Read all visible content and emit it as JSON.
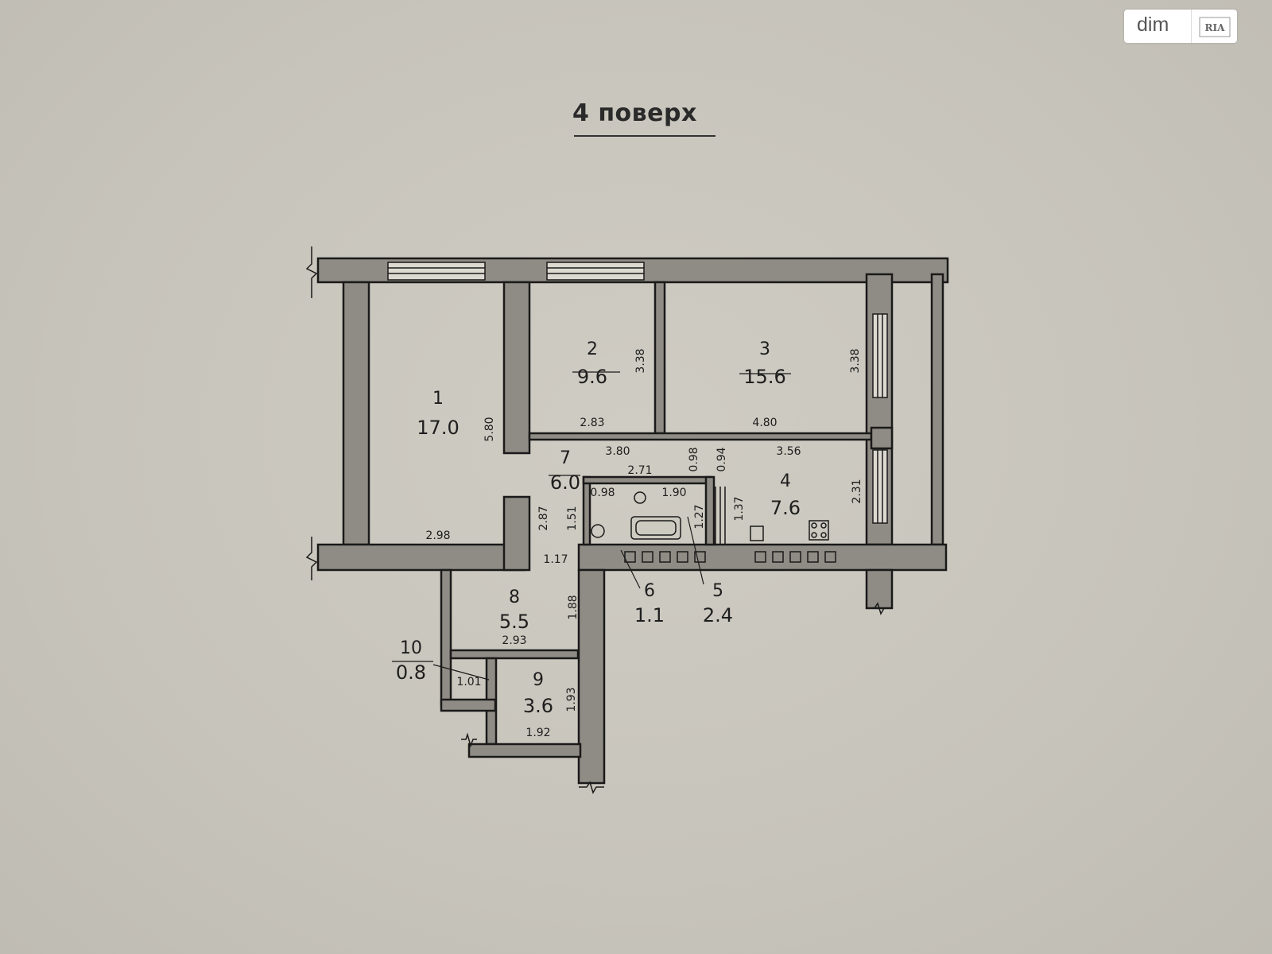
{
  "title": "4 поверх",
  "logo": {
    "text": "dim",
    "mark": "RIA"
  },
  "rooms": [
    {
      "id": "room-1",
      "number": "1",
      "area": "17.0"
    },
    {
      "id": "room-2",
      "number": "2",
      "area": "9.6"
    },
    {
      "id": "room-3",
      "number": "3",
      "area": "15.6"
    },
    {
      "id": "room-4",
      "number": "4",
      "area": "7.6"
    },
    {
      "id": "room-5",
      "number": "5",
      "area": "2.4"
    },
    {
      "id": "room-6",
      "number": "6",
      "area": "1.1"
    },
    {
      "id": "room-7",
      "number": "7",
      "area": "6.0"
    },
    {
      "id": "room-8",
      "number": "8",
      "area": "5.5"
    },
    {
      "id": "room-9",
      "number": "9",
      "area": "3.6"
    },
    {
      "id": "room-10",
      "number": "10",
      "area": "0.8"
    }
  ],
  "dimensions": {
    "d1": "5.80",
    "d2": "2.98",
    "d3": "3.38",
    "d4": "2.83",
    "d5": "3.38",
    "d6": "4.80",
    "d7": "3.80",
    "d8": "3.56",
    "d9": "2.71",
    "d10": "0.98",
    "d11": "1.90",
    "d12": "2.31",
    "d13": "2.87",
    "d14": "1.51",
    "d15": "1.17",
    "d16": "1.88",
    "d17": "2.93",
    "d18": "1.01",
    "d19": "1.93",
    "d20": "1.92",
    "d21": "1.27",
    "d22": "1.37",
    "d23": "0.94",
    "d24": "0.98"
  }
}
